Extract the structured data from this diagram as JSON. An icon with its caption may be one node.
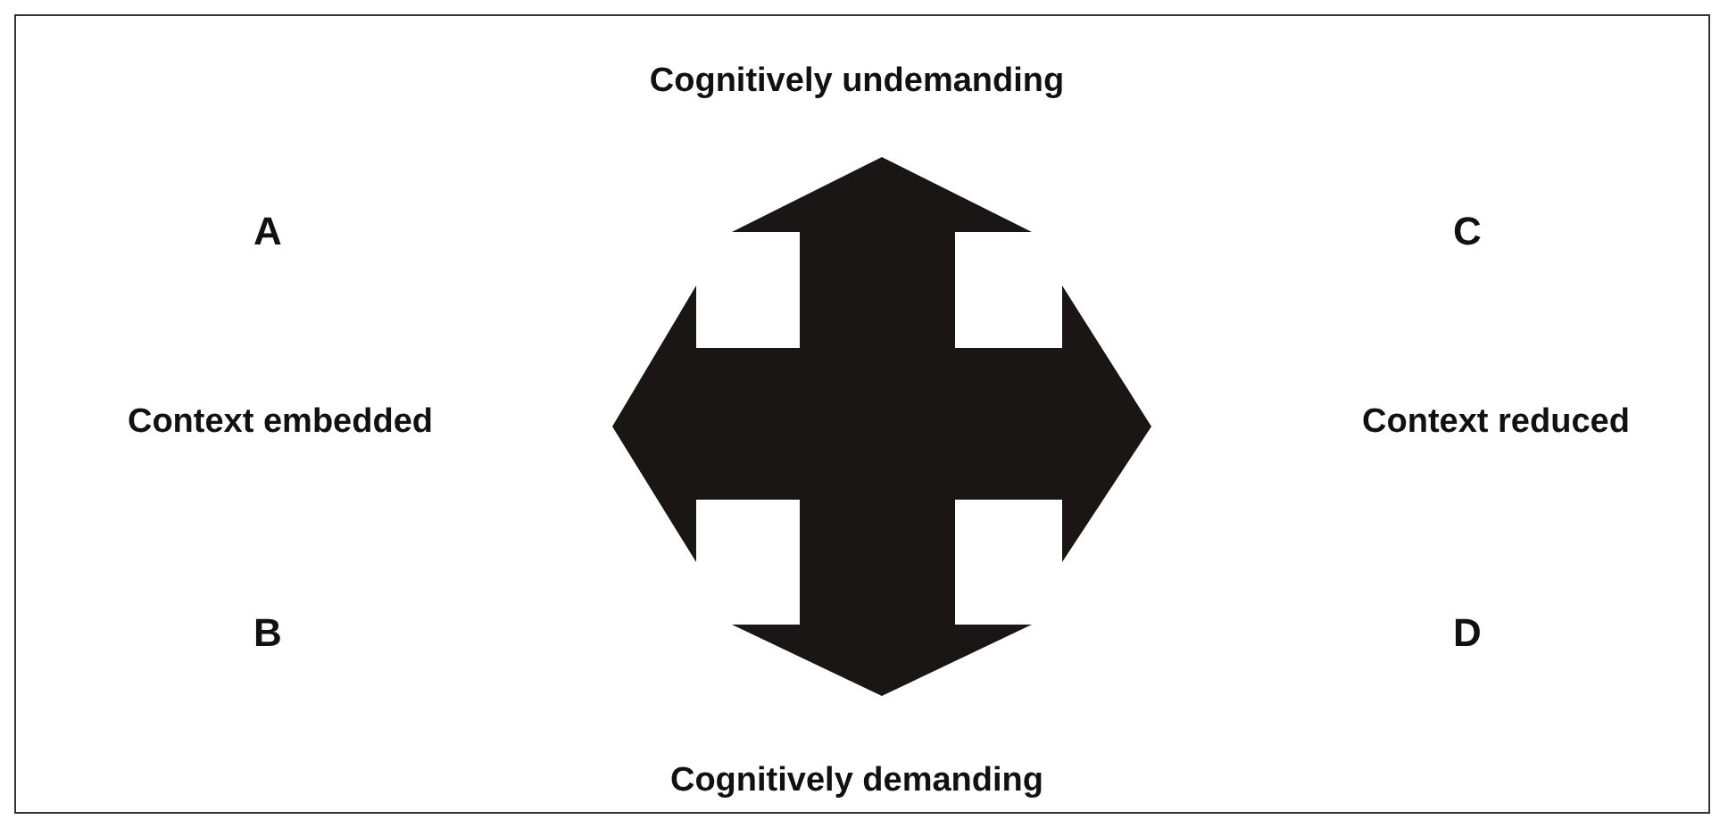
{
  "diagram": {
    "labels": [
      "Cognitively undemanding",
      "A",
      "C",
      "Context embedded",
      "Context reduced",
      "B",
      "D",
      "Cognitively demanding"
    ]
  }
}
